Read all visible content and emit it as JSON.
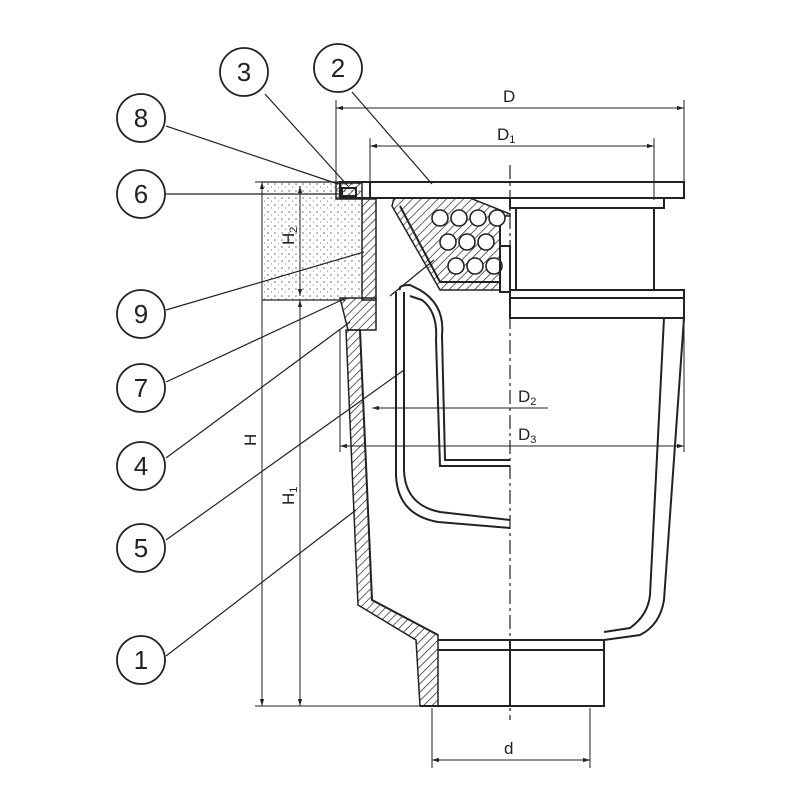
{
  "callouts": [
    {
      "id": "c3",
      "label": "3"
    },
    {
      "id": "c2",
      "label": "2"
    },
    {
      "id": "c8",
      "label": "8"
    },
    {
      "id": "c6",
      "label": "6"
    },
    {
      "id": "c9",
      "label": "9"
    },
    {
      "id": "c7",
      "label": "7"
    },
    {
      "id": "c4",
      "label": "4"
    },
    {
      "id": "c5",
      "label": "5"
    },
    {
      "id": "c1",
      "label": "1"
    }
  ],
  "dimensions": {
    "D": "D",
    "D1": {
      "main": "D",
      "sub": "1"
    },
    "D2": {
      "main": "D",
      "sub": "2"
    },
    "D3": {
      "main": "D",
      "sub": "3"
    },
    "d": "d",
    "H": "H",
    "H1": {
      "main": "H",
      "sub": "1"
    },
    "H2": {
      "main": "H",
      "sub": "2"
    }
  }
}
